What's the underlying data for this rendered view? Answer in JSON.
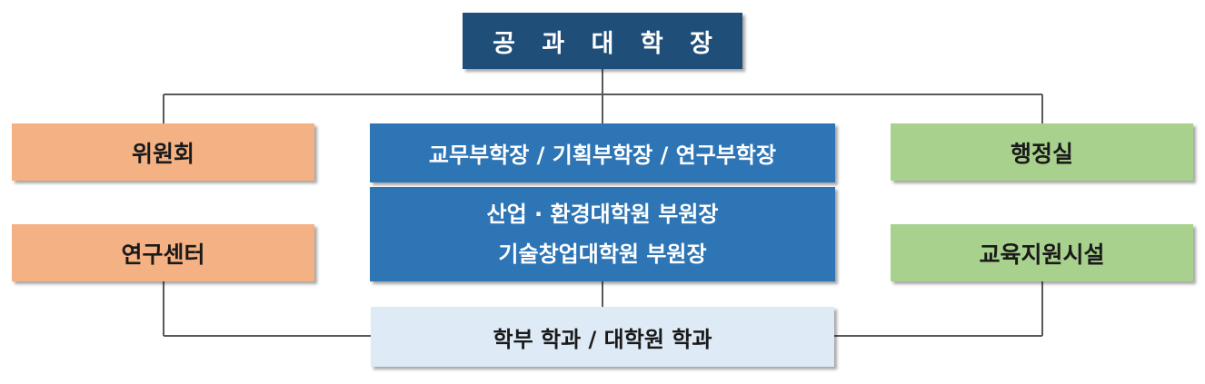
{
  "org_chart": {
    "dean": "공 과 대 학 장",
    "left": {
      "committee": "위원회",
      "research_center": "연구센터"
    },
    "center": {
      "vice_deans": "교무부학장 / 기획부학장 / 연구부학장",
      "grad_vice_dean_1": "산업 · 환경대학원 부원장",
      "grad_vice_dean_2": "기술창업대학원 부원장",
      "departments": "학부 학과 / 대학원 학과"
    },
    "right": {
      "admin_office": "행정실",
      "education_support": "교육지원시설"
    }
  },
  "colors": {
    "dean": "#1f4e79",
    "left_boxes": "#f4b183",
    "center_boxes": "#2e75b6",
    "departments_box": "#deebf7",
    "right_boxes": "#a9d18e",
    "connector": "#595959"
  }
}
